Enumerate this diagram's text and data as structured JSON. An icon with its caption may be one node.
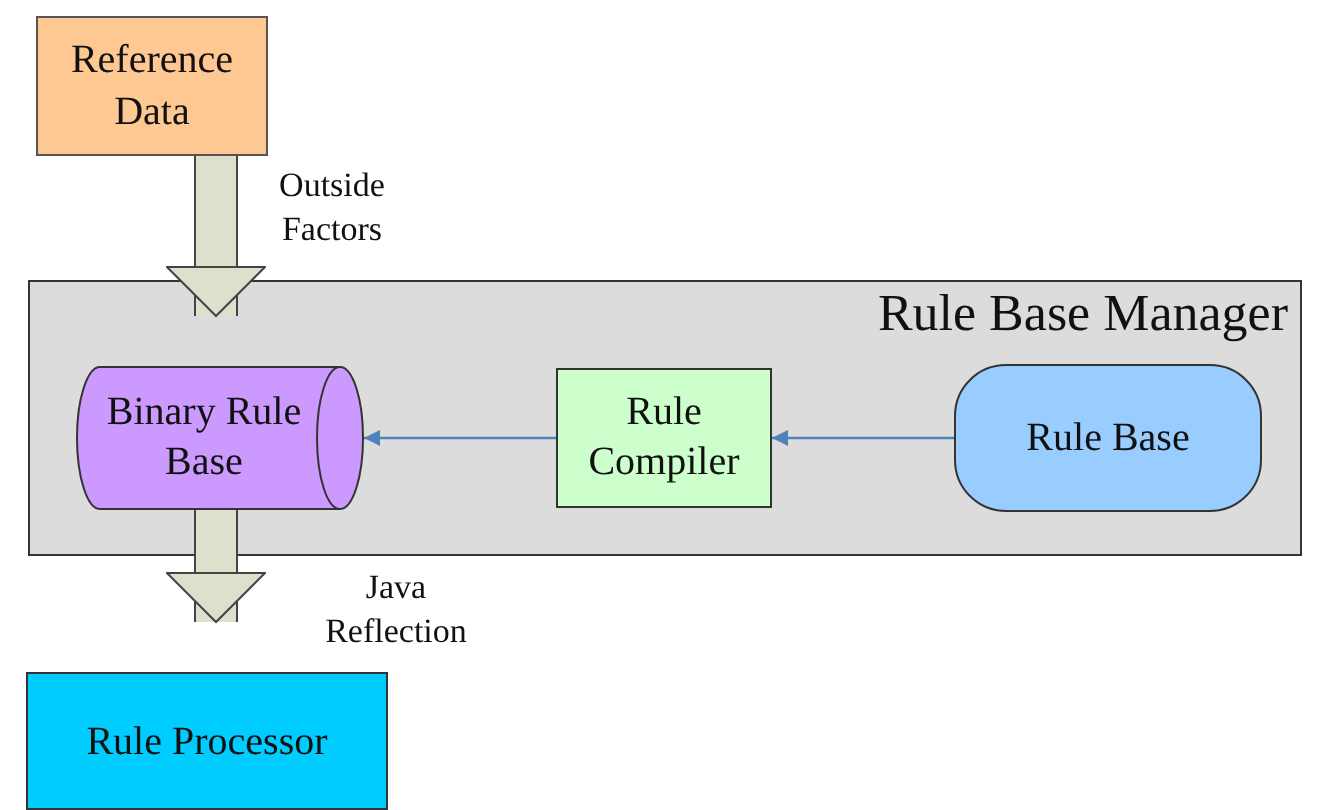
{
  "diagram": {
    "nodes": [
      {
        "text": [
          "Reference Data"
        ]
      },
      {
        "text": [
          "Rule Base Manager"
        ]
      },
      {
        "text": [
          "Binary Rule Base"
        ],
        "in": 1
      },
      {
        "text": [
          "Rule Compiler"
        ],
        "in": 1
      },
      {
        "text": [
          "Rule Base"
        ],
        "in": 1
      },
      {
        "text": [
          "Rule Processor"
        ]
      }
    ],
    "edges": [
      {
        "from": 0,
        "to": 2,
        "arrow": "to",
        "label": "Outside Factors",
        "style": "thick"
      },
      {
        "from": 4,
        "to": 3,
        "arrow": "to",
        "color": "#4f81bd"
      },
      {
        "from": 3,
        "to": 2,
        "arrow": "to",
        "color": "#4f81bd"
      },
      {
        "from": 2,
        "to": 5,
        "arrow": "to",
        "label": "Java Reflection",
        "style": "thick"
      }
    ]
  }
}
